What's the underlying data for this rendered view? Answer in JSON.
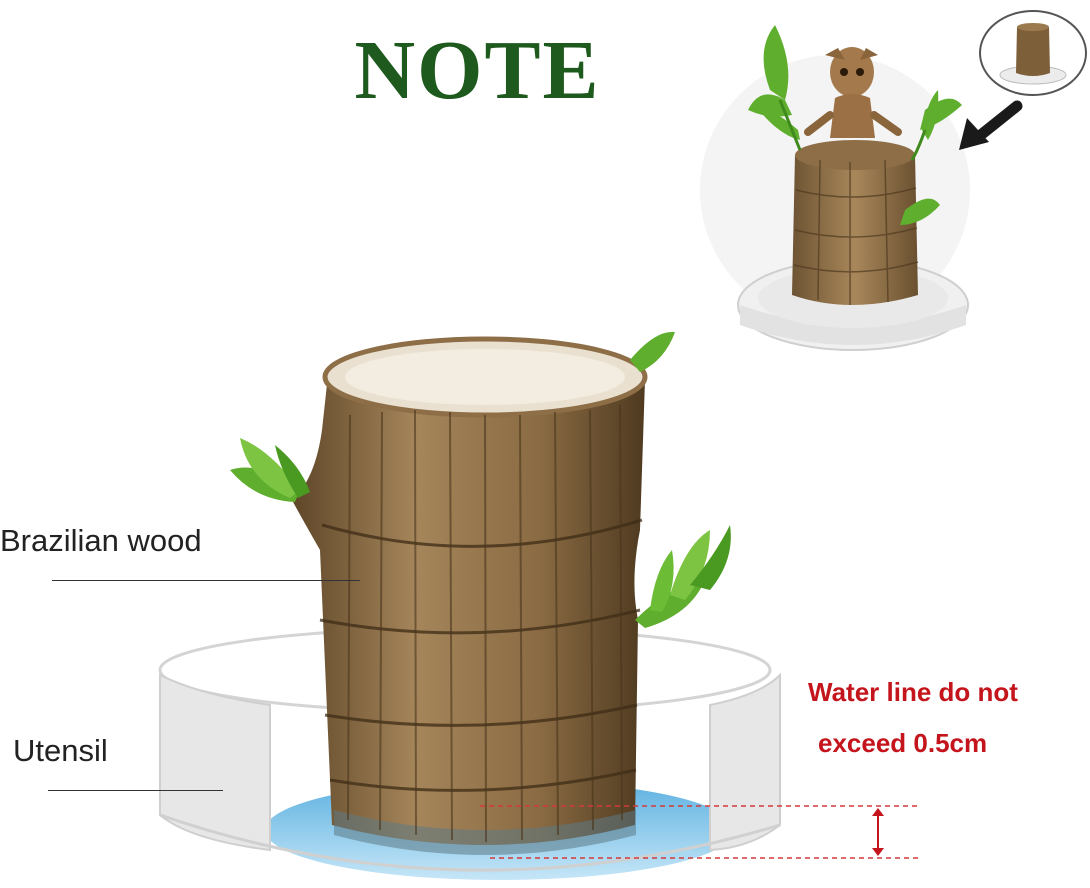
{
  "title": "NOTE",
  "labels": {
    "wood": "Brazilian wood",
    "utensil": "Utensil"
  },
  "warning": {
    "line1": "Water line do not",
    "line2": "exceed 0.5cm"
  },
  "colors": {
    "title": "#1e5a1e",
    "warning": "#c4151c",
    "bark": "#9a7a4e",
    "leaf": "#5fae2e",
    "water": "#5ab2e0",
    "tray": "#e6e6e6"
  },
  "icons": [
    "tree-stump-illustration",
    "leaf-sprout-icon",
    "figurine-icon",
    "pointer-arrow-icon",
    "double-arrow-icon"
  ]
}
